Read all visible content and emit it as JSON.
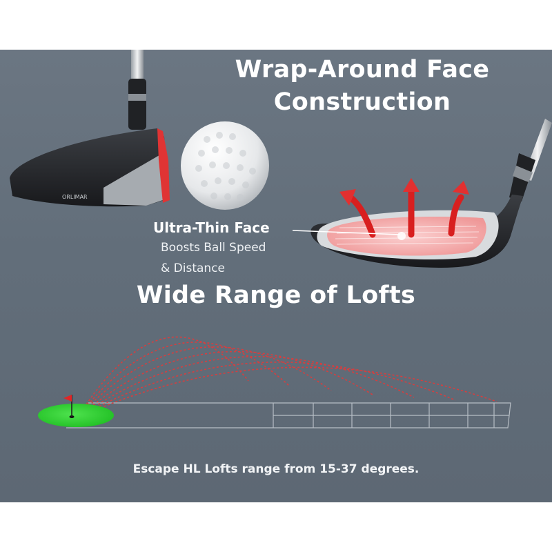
{
  "headline_face": "Wrap-Around Face\nConstruction",
  "face_callout": {
    "title": "Ultra-Thin Face",
    "description": "Boosts Ball Speed\n& Distance"
  },
  "headline_lofts": "Wide Range of Lofts",
  "caption": "Escape HL Lofts range from 15-37 degrees.",
  "club_logo_text": "ORLIMAR",
  "loft_range_degrees": [
    15,
    37
  ],
  "colors": {
    "panel": "#656f7b",
    "accent_red": "#e03434",
    "face_highlight": "#f4a5a5",
    "green": "#2fd033",
    "club_body": "#2b2d31"
  },
  "icons": [
    "golf-club-icon",
    "golf-ball-icon",
    "flag-icon",
    "arrow-up-icon"
  ]
}
